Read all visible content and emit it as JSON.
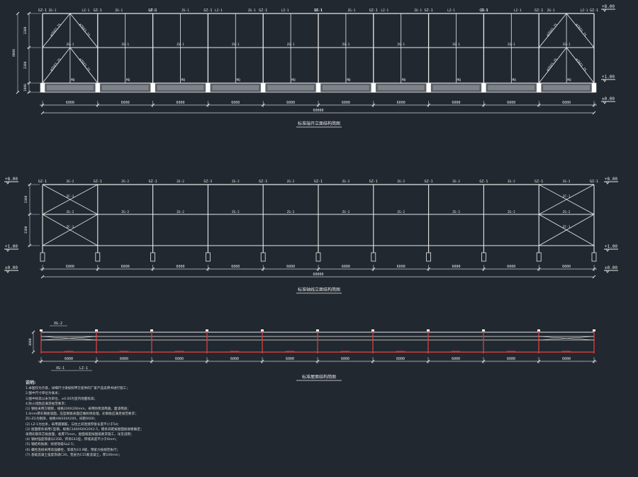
{
  "colors": {
    "background": "#212830",
    "line": "#e8e8e8",
    "red": "#d23c3c",
    "dim": "#cfcfcf"
  },
  "elev1": {
    "title": "标准端开立面结构简图",
    "col_labels": [
      "GZ-1",
      "GZ-1",
      "GZ-1",
      "GZ-1",
      "GZ-1",
      "GZ-1",
      "GZ-1",
      "GZ-1",
      "GZ-1",
      "GZ-1",
      "GZ-1"
    ],
    "top_beam_labels": [
      "ZG-1",
      "LZ-1",
      "ZG-1",
      "LZ-1",
      "ZG-1",
      "LZ-1",
      "ZG-1",
      "LZ-1",
      "ZG-1",
      "ZG-1",
      "LZ-1",
      "ZG-1",
      "LZ-1",
      "ZG-1",
      "LZ-1",
      "ZG-1",
      "LZ-1"
    ],
    "mid_beam_labels": [
      "ZG-1",
      "ZG-1",
      "ZG-1",
      "ZG-1",
      "ZG-1",
      "ZG-1",
      "ZG-1",
      "ZG-1",
      "ZG-1",
      "ZG-1"
    ],
    "brace_labels": [
      "φ76X3.75",
      "φ76X3.75",
      "φ76X3.75",
      "φ76X3.75",
      "φ76X3.75",
      "φ76X3.75",
      "φ76X3.75",
      "φ76X3.75"
    ],
    "wall_labels": [
      "MQ",
      "MQ",
      "MQ",
      "MQ",
      "MQ",
      "MQ",
      "MQ",
      "MQ",
      "MQ",
      "MQ"
    ],
    "spans": [
      "6000",
      "6000",
      "6000",
      "6000",
      "6000",
      "6000",
      "6000",
      "6000",
      "6000",
      "6000"
    ],
    "total": "60000",
    "elev_top": "+8.00",
    "elev_mid": "+1.00",
    "elev_zero": "±0.00",
    "v_dims": [
      "3300",
      "3300",
      "1000"
    ],
    "v_total": "8000"
  },
  "elev2": {
    "title": "标准轴线立面结构简图",
    "col_labels": [
      "GZ-1",
      "GZ-1",
      "GZ-1",
      "GZ-1",
      "GZ-1",
      "GZ-1",
      "GZ-1",
      "GZ-1",
      "GZ-1",
      "GZ-1",
      "GZ-1"
    ],
    "top_beam_labels": [
      "ZG-2",
      "ZG-2",
      "ZG-2",
      "ZG-2",
      "ZG-2",
      "ZG-2",
      "ZG-2",
      "ZG-2",
      "ZG-2",
      "ZG-2"
    ],
    "mid_beam_labels": [
      "ZG-2",
      "ZG-2",
      "ZG-2",
      "ZG-2",
      "ZG-2",
      "ZG-2",
      "ZG-2",
      "ZG-2",
      "ZG-2",
      "ZG-2"
    ],
    "brace_labels": [
      "ZC-1",
      "ZC-1",
      "ZC-1",
      "ZC-1"
    ],
    "spans": [
      "6000",
      "6000",
      "6000",
      "6000",
      "6000",
      "6000",
      "6000",
      "6000",
      "6000",
      "6000"
    ],
    "total": "60000",
    "elev_top": "+8.00",
    "elev_mid": "+1.00",
    "elev_zero": "±0.00",
    "v_dims": [
      "3300",
      "3300"
    ]
  },
  "plan": {
    "title": "标准屋面结构简图",
    "labels": [
      "XG-2",
      "XG-1",
      "LZ-1"
    ],
    "spans": [
      "6000",
      "6000",
      "6000",
      "6000",
      "6000",
      "6000",
      "6000",
      "6000",
      "6000",
      "6000"
    ],
    "depth": "3000"
  },
  "notes": {
    "title": "说明:",
    "lines": [
      "1.本图仅为示意，详细尺寸请按照甲方提供的厂家产品说明书进行施工；",
      "2.图中尺寸单位为毫米；",
      "3.图中标高以米为单位，±0.00为室内地面标高；",
      "4.防火措施应满足规范要求；",
      "(1) 钢柱采用方钢管，规格200X200mm，采用防锈漆两遍，面漆两道；",
      "1.0mm厚彩钢板墙面，压型钢板表面应做防锈处理，彩钢板应满足规范要求；",
      "ZG-ZG为钢梁，规格HW200X200，间距6000；",
      "(2) LZ-1为拉条，采用圆钢筋，与柱之间连接焊接长度不小于5d；",
      "(3) 屋面檩条采用C型钢，规格C160X60X20X2.5，檩条间距按屋面板规格确定；",
      "采用彩钢夹芯板屋面，板厚75mm，屋面坡度按图纸要求施工，详见说明；",
      "(4) 钢材强度等级Q235B，焊条E43型，焊缝高度不小于6mm；",
      "(5) 钢结构防腐：除锈等级Sa2.5；",
      "(6) 螺栓连接采用高强螺栓，等级为10.9级，预紧力按规范执行；",
      "(7) 基础混凝土强度等级C30，垫层为C15素混凝土，厚100mm；"
    ]
  }
}
